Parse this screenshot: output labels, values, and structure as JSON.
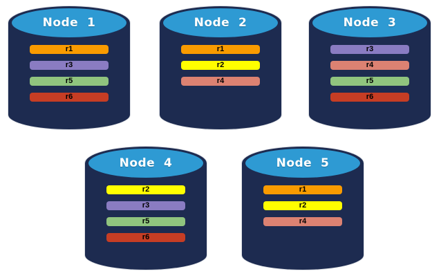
{
  "diagram": {
    "title": "database-nodes-replica-distribution",
    "background": "#ffffff",
    "palette": {
      "cylinder_body": "#1d2b50",
      "cylinder_top": "#2e9ad3",
      "title_text": "#ffffff",
      "bar_text": "#000000",
      "replica_colors": {
        "r1": "#f99b00",
        "r2": "#ffff00",
        "r3": "#8a7cc2",
        "r4": "#dc8272",
        "r5": "#90c47e",
        "r6": "#c63d24"
      }
    },
    "nodes": [
      {
        "label": "Node  1",
        "replicas": [
          "r1",
          "r3",
          "r5",
          "r6"
        ]
      },
      {
        "label": "Node  2",
        "replicas": [
          "r1",
          "r2",
          "r4"
        ]
      },
      {
        "label": "Node  3",
        "replicas": [
          "r3",
          "r4",
          "r5",
          "r6"
        ]
      },
      {
        "label": "Node  4",
        "replicas": [
          "r2",
          "r3",
          "r5",
          "r6"
        ]
      },
      {
        "label": "Node  5",
        "replicas": [
          "r1",
          "r2",
          "r4"
        ]
      }
    ]
  }
}
